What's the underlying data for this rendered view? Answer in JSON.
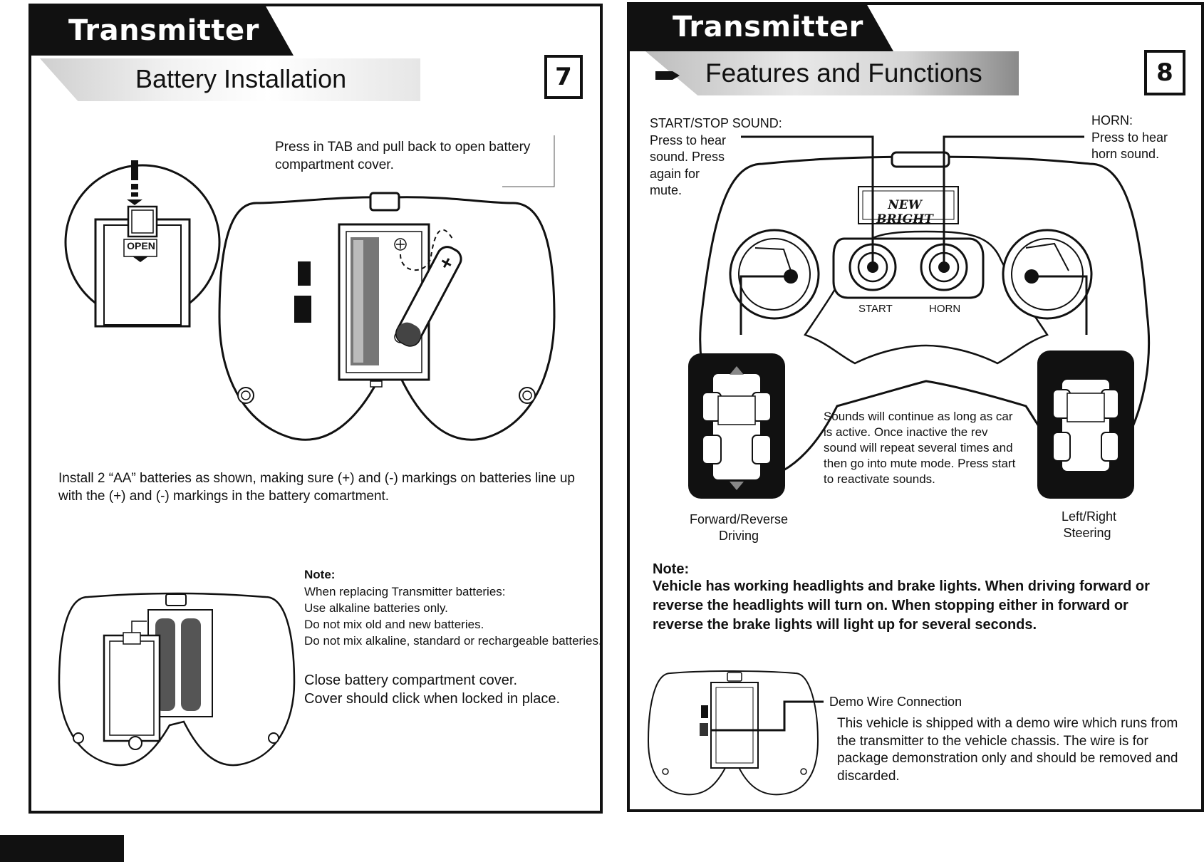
{
  "left_page": {
    "header": "Transmitter",
    "section_title": "Battery Installation",
    "page_number": "7",
    "step1_text": "Press in TAB and pull back to open battery compartment cover.",
    "open_label": "OPEN",
    "install_text": "Install 2 “AA” batteries as shown, making sure (+) and (-) markings on batteries line up with the (+) and (-) markings in the battery comartment.",
    "note_title": "Note:",
    "note_lines": [
      "When replacing Transmitter batteries:",
      "Use alkaline batteries only.",
      "Do not mix old and new batteries.",
      "Do not mix alkaline, standard or rechargeable batteries."
    ],
    "close_text_1": "Close battery compartment cover.",
    "close_text_2": "Cover should click when locked in place."
  },
  "right_page": {
    "header": "Transmitter",
    "section_title": "Features and Functions",
    "page_number": "8",
    "start_stop_title": "START/STOP SOUND:",
    "start_stop_desc": "Press to hear sound. Press again for mute.",
    "horn_title": "HORN:",
    "horn_desc": "Press to hear horn sound.",
    "brand_logo": "NEW BRIGHT",
    "start_label": "START",
    "horn_label": "HORN",
    "sounds_text": "Sounds will continue as long as car is active. Once inactive the rev sound will repeat several times and then go into mute mode. Press start to reactivate sounds.",
    "forward_reverse_label": "Forward/Reverse Driving",
    "left_right_label": "Left/Right Steering",
    "note_title": "Note:",
    "note_text": "Vehicle has working headlights and brake lights. When driving forward or reverse the headlights will turn on. When stopping either in forward or reverse the brake lights will light up for several seconds.",
    "demo_title": "Demo Wire Connection",
    "demo_text": "This vehicle is shipped with a demo wire which runs from the transmitter to the vehicle chassis. The wire is for package demonstration only and should be removed and discarded."
  }
}
